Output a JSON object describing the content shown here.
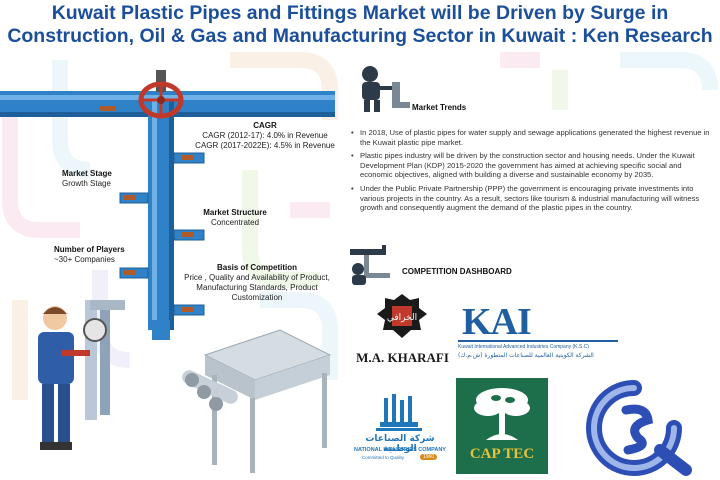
{
  "title": {
    "line1": "Kuwait Plastic Pipes and Fittings Market will be Driven by Surge in",
    "line2": "Construction, Oil & Gas and Manufacturing Sector in Kuwait : Ken Research"
  },
  "cagr": {
    "heading": "CAGR",
    "line1": "CAGR (2012-17): 4.0% in Revenue",
    "line2": "CAGR (2017-2022E): 4.5% in Revenue"
  },
  "market_stage": {
    "heading": "Market Stage",
    "value": "Growth Stage"
  },
  "market_structure": {
    "heading": "Market Structure",
    "value": "Concentrated"
  },
  "players": {
    "heading": "Number of Players",
    "value": "~30+ Companies"
  },
  "competition": {
    "heading": "Basis of Competition",
    "value": "Price , Quality and Availability of Product, Manufacturing Standards, Product Customization"
  },
  "trends": {
    "heading": "Market Trends",
    "bullets": [
      "In 2018, Use of plastic pipes for water supply and sewage applications generated the highest revenue in the Kuwait plastic pipe   market.",
      "Plastic pipes industry will be driven by the construction sector and housing needs. Under the Kuwait Development Plan (KDP) 2015-2020 the government has aimed at achieving specific social and economic objectives, aligned with building a diverse and sustainable economy by 2035.",
      "Under the Public Private Partnership (PPP) the government is encouraging private investments into various projects in the country. As a result, sectors like tourism & industrial manufacturing will witness growth and consequently augment the demand of the plastic pipes in the country."
    ]
  },
  "dashboard": {
    "heading": "COMPETITION DASHBOARD",
    "kharafi": {
      "arabic": "الخرافي",
      "name": "M.A. KHARAFI"
    },
    "kai": {
      "abbr": "KAI",
      "line1": "Kuwait International Advanced Industries Company (K.S.C)",
      "line2": "الشركة الكويتية العالمية للصناعات المتطورة (ش.م.ك)"
    },
    "nic": {
      "arabic": "شركة الصناعات الوطنية",
      "name": "NATIONAL INDUSTRIES COMPANY",
      "tagline": "Committed to Quality",
      "year": "1960"
    },
    "captec": {
      "name": "CAP TEC"
    }
  },
  "colors": {
    "title": "#1b4f9c",
    "pipe": "#2f82c8",
    "valve": "#c0392b",
    "bracket": "#b05a2a"
  }
}
